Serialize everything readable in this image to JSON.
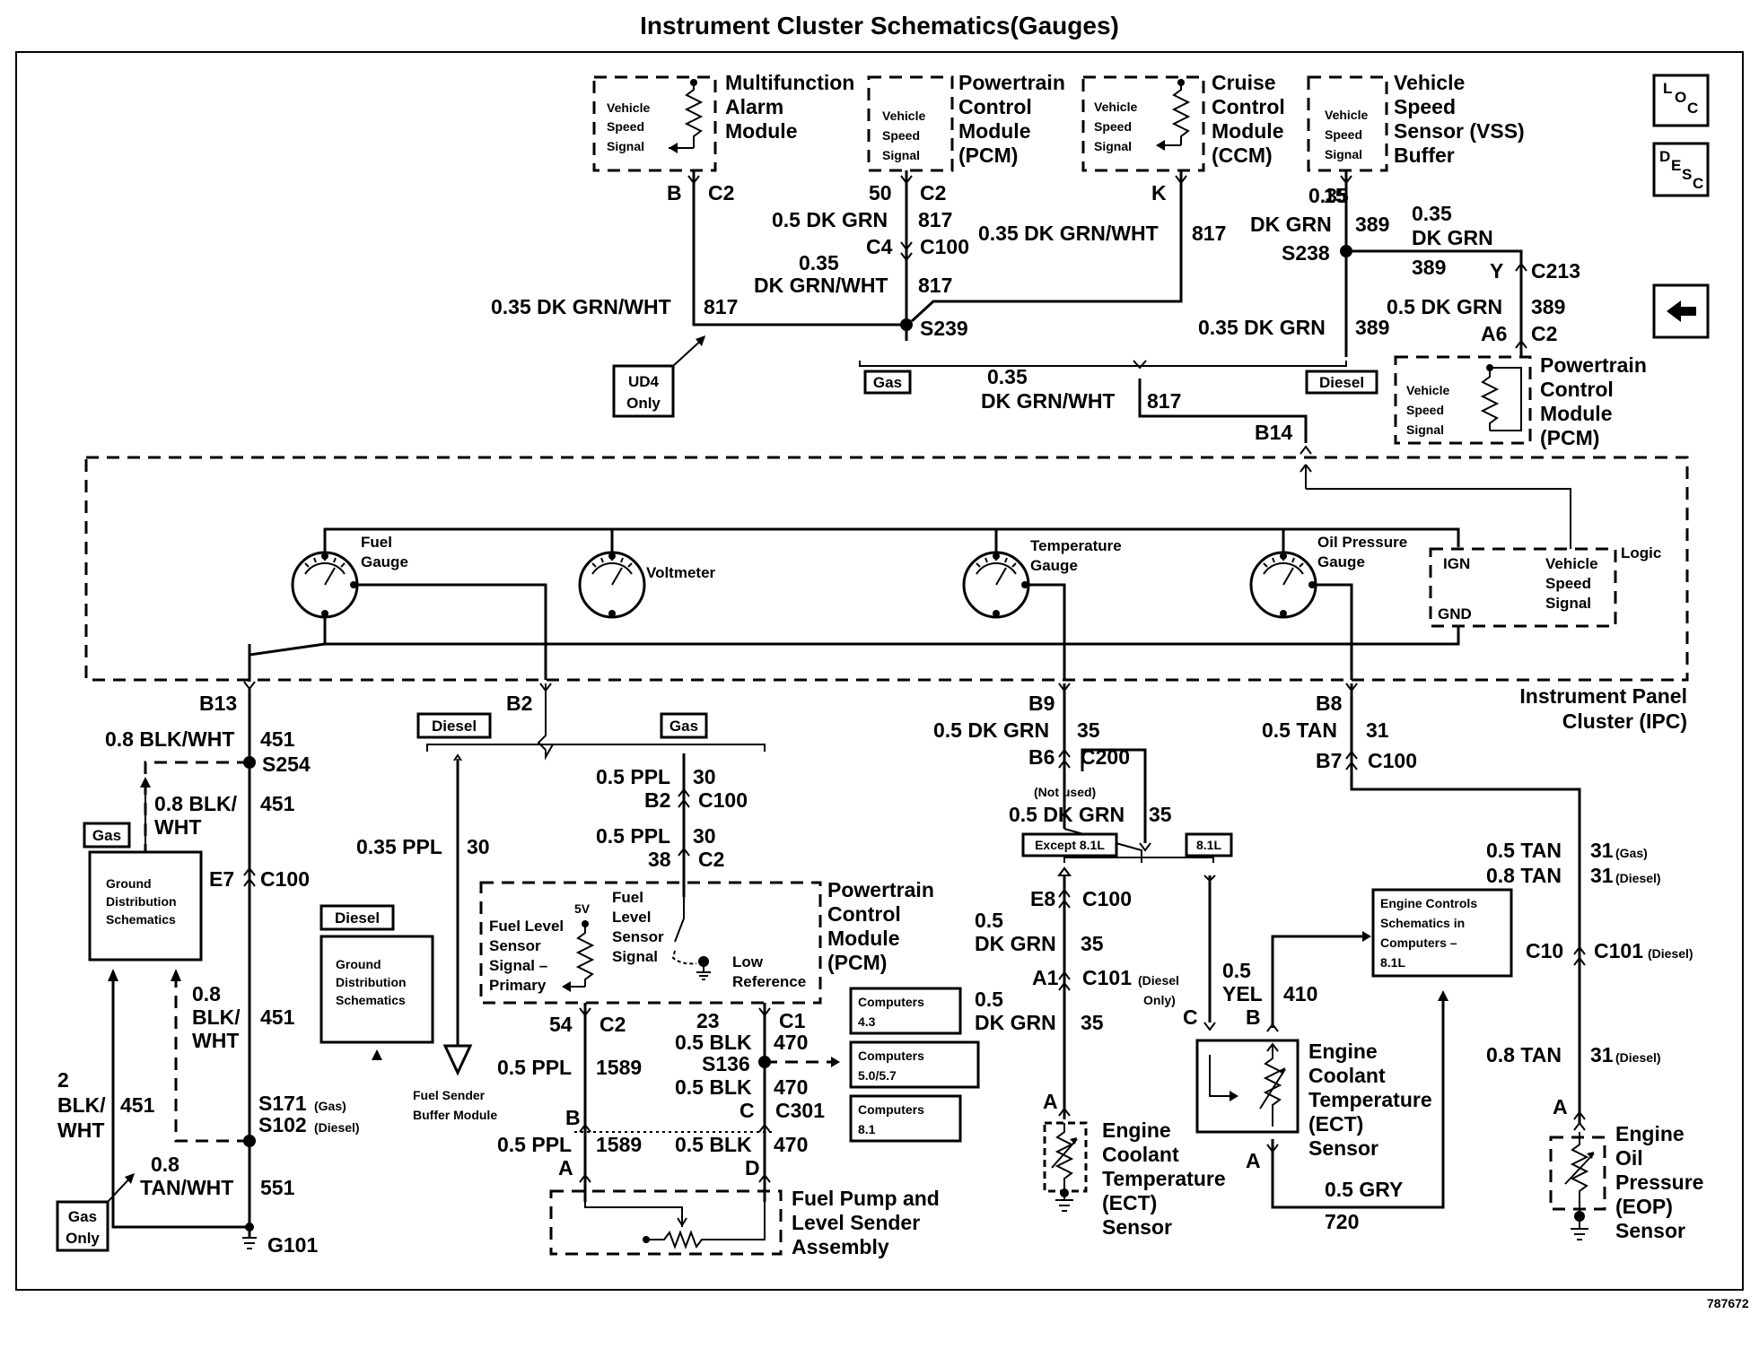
{
  "title": "Instrument Cluster Schematics(Gauges)",
  "figure_id": "787672",
  "nav": {
    "loc": "LOC",
    "desc": "DESC",
    "back_arrow": "left-arrow-icon"
  },
  "top": {
    "mam": {
      "name": [
        "Multifunction",
        "Alarm",
        "Module"
      ],
      "signal": [
        "Vehicle",
        "Speed",
        "Signal"
      ],
      "pin": "B",
      "conn": "C2"
    },
    "pcm1": {
      "name": [
        "Powertrain",
        "Control",
        "Module",
        "(PCM)"
      ],
      "signal": [
        "Vehicle",
        "Speed",
        "Signal"
      ],
      "pin": "50",
      "conn": "C2",
      "wire": "0.5 DK GRN",
      "circ": "817",
      "pin2": "C4",
      "conn2": "C100",
      "wire2a": "0.35",
      "wire2b": "DK GRN/WHT",
      "circ2": "817"
    },
    "ccm": {
      "name": [
        "Cruise",
        "Control",
        "Module",
        "(CCM)"
      ],
      "signal": [
        "Vehicle",
        "Speed",
        "Signal"
      ],
      "pin": "K",
      "wire": "0.35 DK GRN/WHT",
      "circ": "817"
    },
    "vss": {
      "name": [
        "Vehicle",
        "Speed",
        "Sensor (VSS)",
        "Buffer"
      ],
      "signal": [
        "Vehicle",
        "Speed",
        "Signal"
      ],
      "pin": "15",
      "wire_a": "0.35",
      "wire_b": "DK GRN",
      "circ": "389",
      "splice": "S238",
      "wire2a": "0.35",
      "wire2b": "DK GRN",
      "circ2": "389",
      "wire3": "0.35 DK GRN",
      "circ3": "389"
    },
    "pcm2": {
      "name": [
        "Powertrain",
        "Control",
        "Module",
        "(PCM)"
      ],
      "signal": [
        "Vehicle",
        "Speed",
        "Signal"
      ],
      "pin_y": "Y",
      "conn_y": "C213",
      "wire": "0.5 DK GRN",
      "circ": "389",
      "pin": "A6",
      "conn": "C2"
    },
    "left_wire": "0.35 DK GRN/WHT",
    "left_circ": "817",
    "splice": "S239",
    "ud4": [
      "UD4",
      "Only"
    ],
    "gas": "Gas",
    "diesel": "Diesel",
    "wire_b14a": "0.35",
    "wire_b14b": "DK GRN/WHT",
    "circ_b14": "817",
    "pin_b14": "B14"
  },
  "ipc": {
    "name": [
      "Instrument Panel",
      "Cluster (IPC)"
    ],
    "gauges": [
      {
        "label": [
          "Fuel",
          "Gauge"
        ]
      },
      {
        "label": [
          "Voltmeter"
        ]
      },
      {
        "label": [
          "Temperature",
          "Gauge"
        ]
      },
      {
        "label": [
          "Oil Pressure",
          "Gauge"
        ]
      }
    ],
    "logic": {
      "title": "Logic",
      "ign": "IGN",
      "gnd": "GND",
      "signal": [
        "Vehicle",
        "Speed",
        "Signal"
      ]
    }
  },
  "lower_left": {
    "pin_b13": "B13",
    "wire1": "0.8 BLK/WHT",
    "circ1": "451",
    "splice1": "S254",
    "wire2a": "0.8 BLK/",
    "wire2b": "WHT",
    "circ2": "451",
    "gas": "Gas",
    "gnd_dist": [
      "Ground",
      "Distribution",
      "Schematics"
    ],
    "pin_e7": "E7",
    "conn_e7": "C100",
    "wire3a": "0.8",
    "wire3b": "BLK/",
    "wire3c": "WHT",
    "circ3": "451",
    "diesel": "Diesel",
    "gnd_dist2": [
      "Ground",
      "Distribution",
      "Schematics"
    ],
    "wire4a": "2",
    "wire4b": "BLK/",
    "wire4c": "WHT",
    "circ4": "451",
    "splice2a": "S171",
    "splice2a_note": "(Gas)",
    "splice2b": "S102",
    "splice2b_note": "(Diesel)",
    "wire5a": "0.8",
    "wire5b": "TAN/WHT",
    "circ5": "551",
    "gas_only": [
      "Gas",
      "Only"
    ],
    "ground": "G101"
  },
  "fuel": {
    "pin_b2": "B2",
    "diesel": "Diesel",
    "gas": "Gas",
    "wire_ppl": "0.35 PPL",
    "circ_ppl": "30",
    "buffer": [
      "Fuel Sender",
      "Buffer Module"
    ],
    "w1": "0.5 PPL",
    "c1": "30",
    "p1": "B2",
    "conn1": "C100",
    "w2": "0.5 PPL",
    "c2": "30",
    "p2": "38",
    "conn2": "C2",
    "pcm_name": [
      "Powertrain",
      "Control",
      "Module",
      "(PCM)"
    ],
    "pcm_inner": {
      "primary": [
        "Fuel Level",
        "Sensor",
        "Signal –",
        "Primary"
      ],
      "v5": "5V",
      "fls": [
        "Fuel",
        "Level",
        "Sensor",
        "Signal"
      ],
      "lowref": [
        "Low",
        "Reference"
      ]
    },
    "p54": "54",
    "conn54": "C2",
    "w3": "0.5 PPL",
    "c3": "1589",
    "p23": "23",
    "conn23": "C1",
    "w4": "0.5 BLK",
    "c4": "470",
    "s136": "S136",
    "w5": "0.5 BLK",
    "c5": "470",
    "pB": "B",
    "pC": "C",
    "conn301": "C301",
    "w6": "0.5 PPL",
    "c6": "1589",
    "w7": "0.5 BLK",
    "c7": "470",
    "pA": "A",
    "pD": "D",
    "computers": [
      [
        "Computers",
        "4.3"
      ],
      [
        "Computers",
        "5.0/5.7"
      ],
      [
        "Computers",
        "8.1"
      ]
    ],
    "assembly": [
      "Fuel Pump and",
      "Level Sender",
      "Assembly"
    ]
  },
  "temp": {
    "pin_b9": "B9",
    "wire1": "0.5 DK GRN",
    "circ1": "35",
    "pin_b6": "B6",
    "conn": "C200",
    "not_used": "(Not used)",
    "wire2": "0.5 DK GRN",
    "circ2": "35",
    "except": "Except 8.1L",
    "l81": "8.1L",
    "pin_e8": "E8",
    "conn_e8": "C100",
    "wire3a": "0.5",
    "wire3b": "DK GRN",
    "circ3": "35",
    "pin_a1": "A1",
    "conn_a1": "C101",
    "conn_a1_note": [
      "(Diesel",
      "Only)"
    ],
    "wire4a": "0.5",
    "wire4b": "DK GRN",
    "circ4": "35",
    "pin_a": "A",
    "ect1": [
      "Engine",
      "Coolant",
      "Temperature",
      "(ECT)",
      "Sensor"
    ],
    "pin_c": "C",
    "wire5a": "0.5",
    "wire5b": "YEL",
    "circ5": "410",
    "pin_b": "B",
    "ect2": [
      "Engine",
      "Coolant",
      "Temperature",
      "(ECT)",
      "Sensor"
    ],
    "ecs": [
      "Engine Controls",
      "Schematics in",
      "Computers –",
      "8.1L"
    ],
    "pin_a2": "A",
    "wire6": "0.5 GRY",
    "circ6": "720"
  },
  "oil": {
    "pin_b8": "B8",
    "wire1": "0.5 TAN",
    "circ1": "31",
    "pin_b7": "B7",
    "conn": "C100",
    "wire2": "0.5 TAN",
    "circ2": "31",
    "note2": "(Gas)",
    "wire3": "0.8 TAN",
    "circ3": "31",
    "note3": "(Diesel)",
    "pin_c10": "C10",
    "conn_c10": "C101",
    "note_c10": "(Diesel)",
    "wire4": "0.8 TAN",
    "circ4": "31",
    "note4": "(Diesel)",
    "pin_a": "A",
    "eop": [
      "Engine",
      "Oil",
      "Pressure",
      "(EOP)",
      "Sensor"
    ]
  }
}
